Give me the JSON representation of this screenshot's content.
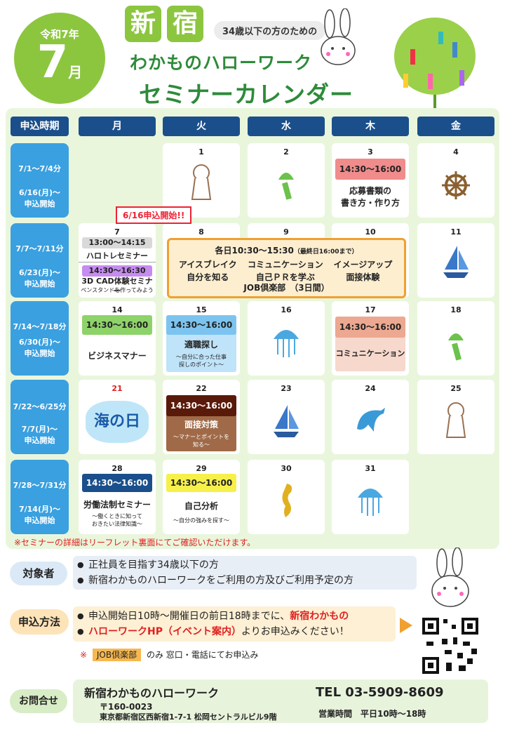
{
  "header": {
    "era": "令和7年",
    "month_num": "7",
    "month_unit": "月",
    "kanji1": "新",
    "kanji2": "宿",
    "subtitle": "34歳以下の方のための",
    "title1": "わかものハローワーク",
    "title2": "セミナーカレンダー"
  },
  "columns": [
    "申込時期",
    "月",
    "火",
    "水",
    "木",
    "金"
  ],
  "weeks": [
    {
      "period": "7/1～7/4分",
      "apply": "6/16(月)～",
      "apply2": "申込開始"
    },
    {
      "period": "7/7～7/11分",
      "apply": "6/23(月)～",
      "apply2": "申込開始"
    },
    {
      "period": "7/14～7/18分",
      "apply": "6/30(月)～",
      "apply2": "申込開始"
    },
    {
      "period": "7/22～6/25分",
      "apply": "7/7(月)～",
      "apply2": "申込開始"
    },
    {
      "period": "7/28～7/31分",
      "apply": "7/14(月)～",
      "apply2": "申込開始"
    }
  ],
  "days": {
    "d1": "1",
    "d2": "2",
    "d3": "3",
    "d4": "4",
    "d7": "7",
    "d8": "8",
    "d9": "9",
    "d10": "10",
    "d11": "11",
    "d14": "14",
    "d15": "15",
    "d16": "16",
    "d17": "17",
    "d18": "18",
    "d21": "21",
    "d22": "22",
    "d23": "23",
    "d24": "24",
    "d25": "25",
    "d28": "28",
    "d29": "29",
    "d30": "30",
    "d31": "31"
  },
  "events": {
    "e3": {
      "time": "14:30～16:00",
      "title1": "応募書類の",
      "title2": "書き方・作り方"
    },
    "e7a": {
      "time": "13:00～14:15",
      "title": "ハロトレセミナー"
    },
    "e7b": {
      "time": "14:30～16:30",
      "title": "3D CAD体験セミナー",
      "note": "ペンスタンドを作ってみよう"
    },
    "e14": {
      "time": "14:30～16:00",
      "title": "ビジネスマナー"
    },
    "e15": {
      "time": "14:30～16:00",
      "title": "適職探し",
      "note1": "～自分に合った仕事",
      "note2": "探しのポイント～"
    },
    "e17": {
      "time": "14:30～16:00",
      "title": "コミュニケーション"
    },
    "e22": {
      "time": "14:30～16:00",
      "title": "面接対策",
      "note1": "～マナーとポイントを",
      "note2": "知る～"
    },
    "e28": {
      "time": "14:30～16:00",
      "title": "労働法制セミナー",
      "note1": "～働くときに知って",
      "note2": "おきたい法律知識～"
    },
    "e29": {
      "time": "14:30～16:00",
      "title": "自己分析",
      "note": "～自分の強みを探す～"
    }
  },
  "holiday": "海の日",
  "job": {
    "header": "各日10:30～15:30",
    "header_note": "（最終日16:00まで）",
    "c1a": "アイスブレイク",
    "c1b": "自分を知る",
    "c2a": "コミュニケーション",
    "c2b": "自己ＰＲを学ぶ",
    "c3a": "イメージアップ",
    "c3b": "面接体験",
    "footer": "JOB倶楽部　（3日間）"
  },
  "badge": "6/16申込開始!!",
  "remark": "※セミナーの詳細はリーフレット裏面にてご確認いただけます。",
  "target": {
    "label": "対象者",
    "l1": "正社員を目指す34歳以下の方",
    "l2": "新宿わかものハローワークをご利用の方及びご利用予定の方"
  },
  "apply": {
    "label": "申込方法",
    "t1": "申込開始日10時～開催日の前日18時までに、",
    "t1r": "新宿わかもの",
    "t2r": "ハローワークHP（イベント案内）",
    "t2": "よりお申込みください！",
    "mark": "※",
    "job": "JOB倶楽部",
    "t3": "のみ 窓口・電話にてお申込み"
  },
  "contact": {
    "label": "お問合せ",
    "name": "新宿わかものハローワーク",
    "zip": "〒160-0023",
    "addr": "東京都新宿区西新宿1-7-1 松岡セントラルビル9階",
    "tel": "TEL 03-5909-8609",
    "hours": "営業時間　平日10時～18時"
  },
  "colors": {
    "green": "#8cc63f",
    "navy": "#1a4f8b",
    "blue": "#3aa0e0",
    "red": "#e02020",
    "orange": "#f0a030"
  }
}
